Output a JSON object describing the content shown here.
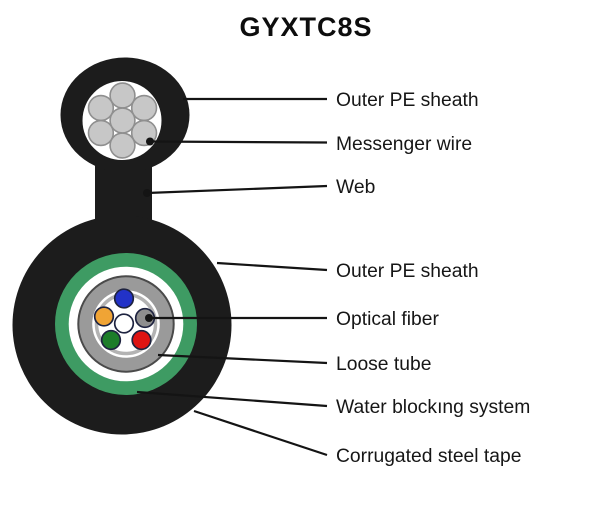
{
  "title": "GYXTC8S",
  "colors": {
    "cable_black": "#1c1c1c",
    "strand_gray": "#c7c7c7",
    "water_blocking_green": "#3e9b63",
    "loose_tube_gray": "#9a9a9a",
    "callout_line": "#141414"
  },
  "fibers": [
    {
      "name": "fiber-blue",
      "color": "#2232c8"
    },
    {
      "name": "fiber-orange",
      "color": "#f0a435"
    },
    {
      "name": "fiber-white",
      "color": "#ffffff"
    },
    {
      "name": "fiber-gray",
      "color": "#8e8e8e"
    },
    {
      "name": "fiber-green",
      "color": "#1d7d2a"
    },
    {
      "name": "fiber-red",
      "color": "#de1414"
    }
  ],
  "callouts": [
    {
      "target": "outer-pe-sheath-top",
      "label": "Outer PE sheath"
    },
    {
      "target": "messenger-wire",
      "label": "Messenger wire"
    },
    {
      "target": "web",
      "label": "Web"
    },
    {
      "target": "outer-pe-sheath-bottom",
      "label": "Outer PE sheath"
    },
    {
      "target": "optical-fiber",
      "label": "Optical fiber"
    },
    {
      "target": "loose-tube",
      "label": "Loose tube"
    },
    {
      "target": "water-blocking-system",
      "label": "Water blockıng system"
    },
    {
      "target": "corrugated-steel-tape",
      "label": "Corrugated steel tape"
    }
  ]
}
